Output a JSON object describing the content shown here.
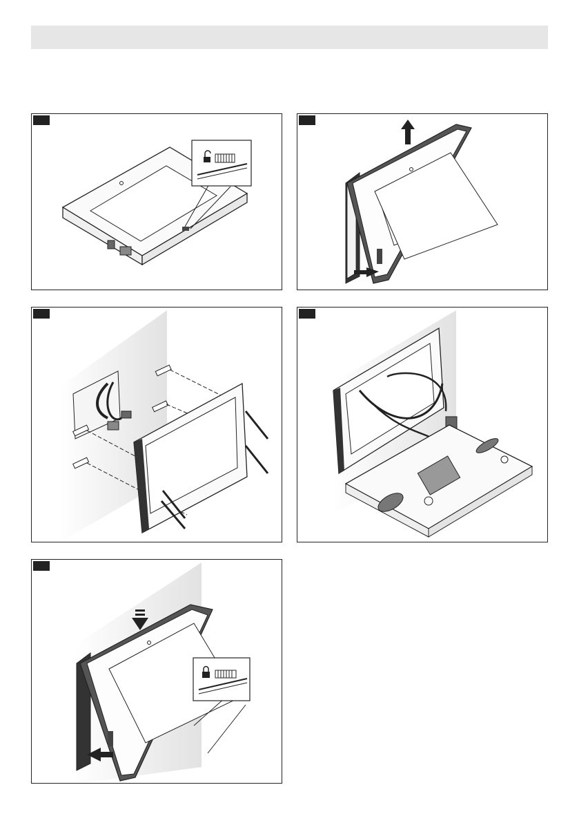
{
  "page": {
    "background": "#ffffff",
    "header_band_color": "#e6e6e6",
    "border_color": "#222222"
  },
  "panels": [
    {
      "id": "p1",
      "step_label": "",
      "icon": "unlocked-padlock-icon"
    },
    {
      "id": "p2",
      "step_label": "",
      "icon": "arrow-up-icon"
    },
    {
      "id": "p3",
      "step_label": "",
      "icon": "screw-icon"
    },
    {
      "id": "p4",
      "step_label": "",
      "icon": "cable-connector-icon"
    },
    {
      "id": "p5",
      "step_label": "",
      "icon": "locked-padlock-icon"
    }
  ]
}
